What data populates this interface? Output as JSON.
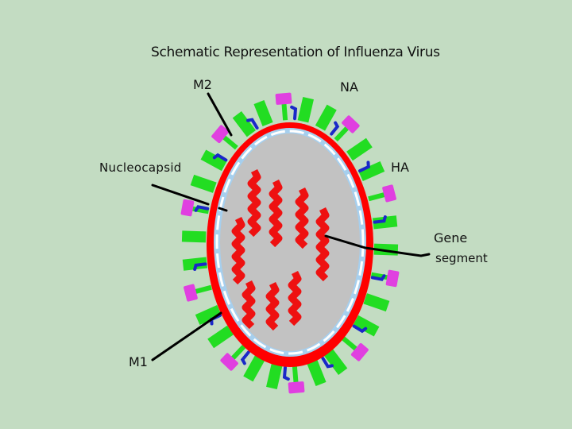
{
  "title": "Schematic Representation of Influenza Virus",
  "labels": {
    "m2": "M2",
    "na": "NA",
    "nucleocapsid": "Nucleocapsid",
    "ha": "HA",
    "gene_line1": "Gene",
    "gene_line2": "segment",
    "m1": "M1"
  },
  "colors": {
    "background": "#c3dcc2",
    "envelope": "#ff0000",
    "interior": "#c2c2c2",
    "membrane": "#a6cfee",
    "ha_spike": "#22dd22",
    "na_head": "#e040e0",
    "m2_channel": "#1a28c8",
    "gene_segment": "#ee1111",
    "leader_line": "#000000"
  },
  "components": [
    "envelope",
    "membrane",
    "HA spikes",
    "NA spikes",
    "M2 ion channels",
    "gene segments"
  ]
}
